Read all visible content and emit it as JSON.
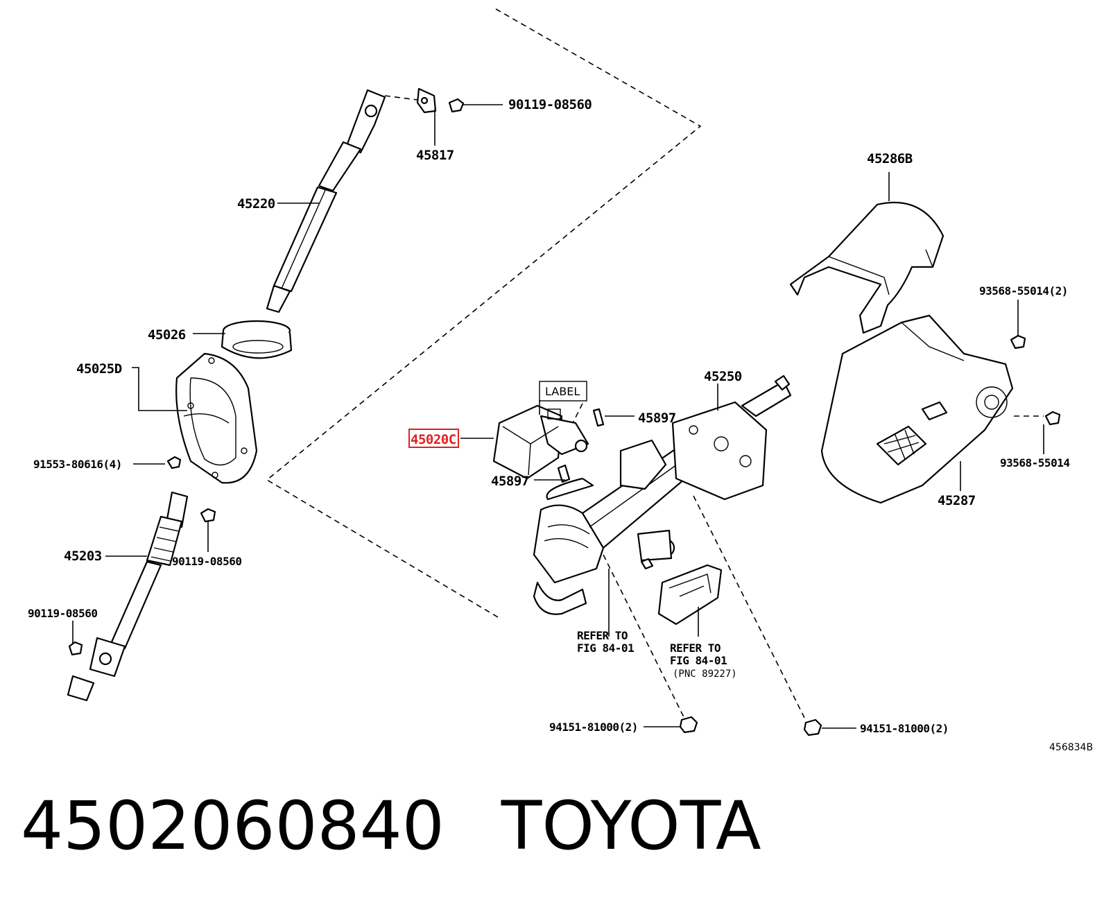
{
  "parts": {
    "p45220": "45220",
    "p45817": "45817",
    "p90119_top": "90119-08560",
    "p45026": "45026",
    "p45025D": "45025D",
    "p91553": "91553-80616(4)",
    "p45203": "45203",
    "p90119_mid": "90119-08560",
    "p90119_low": "90119-08560",
    "p45020C": "45020C",
    "label_box": "LABEL",
    "p45897_a": "45897",
    "p45897_b": "45897",
    "p45250": "45250",
    "p45286B": "45286B",
    "p93568_2": "93568-55014(2)",
    "p93568": "93568-55014",
    "p45287": "45287",
    "refer1_l1": "REFER TO",
    "refer1_l2": "FIG 84-01",
    "refer2_l1": "REFER TO",
    "refer2_l2": "FIG 84-01",
    "refer2_l3": "(PNC 89227)",
    "p94151_left": "94151-81000(2)",
    "p94151_right": "94151-81000(2)",
    "figure_code": "456834B"
  },
  "footer": {
    "part_number": "4502060840",
    "brand": "TOYOTA"
  },
  "colors": {
    "highlight": "#e02020",
    "line": "#000000"
  }
}
